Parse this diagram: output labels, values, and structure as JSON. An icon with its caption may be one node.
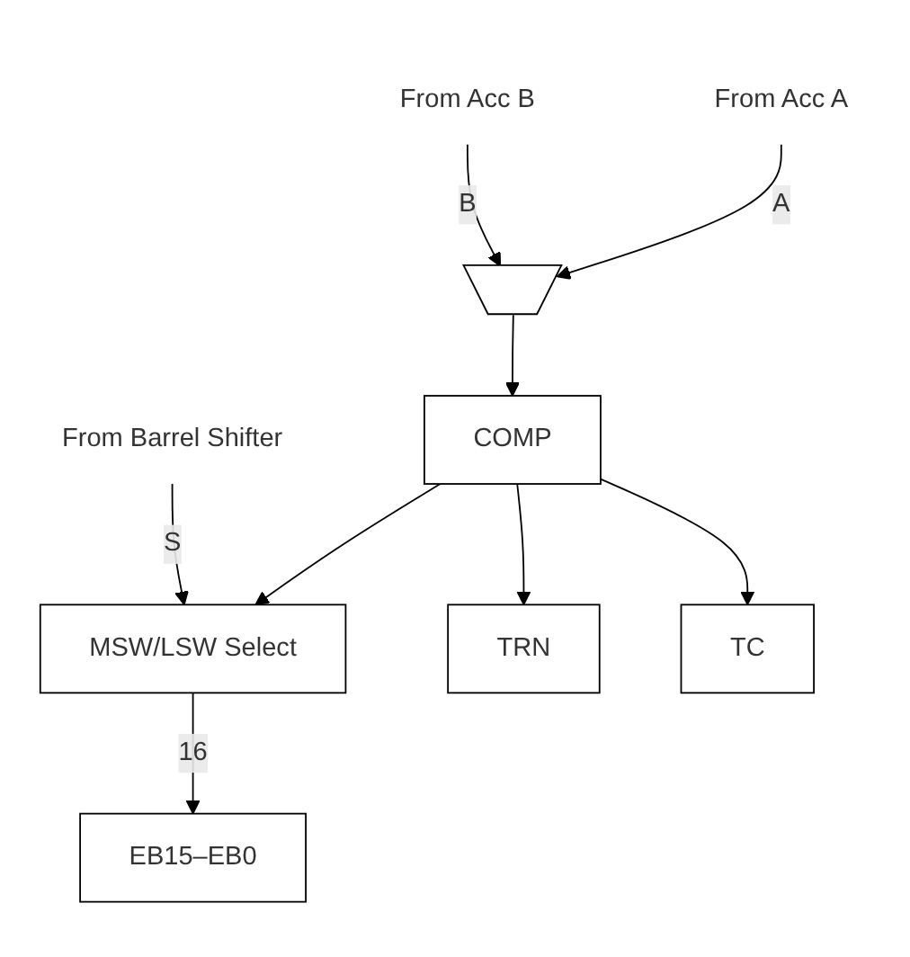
{
  "diagram": {
    "nodes": [
      {
        "text": [
          "From Acc A"
        ]
      },
      {
        "text": [
          "From Acc B"
        ]
      },
      {
        "text": [],
        "shape": "trapezoid"
      },
      {
        "text": [
          "COMP"
        ]
      },
      {
        "text": [
          "From Barrel Shifter"
        ]
      },
      {
        "text": [
          "MSW/LSW Select"
        ]
      },
      {
        "text": [
          "TRN"
        ]
      },
      {
        "text": [
          "TC"
        ]
      },
      {
        "text": [
          "EB15–EB0"
        ]
      }
    ],
    "edges": [
      {
        "from": 0,
        "to": 2,
        "arrow": "to",
        "label": "A"
      },
      {
        "from": 1,
        "to": 2,
        "arrow": "to",
        "label": "B"
      },
      {
        "from": 2,
        "to": 3,
        "arrow": "to"
      },
      {
        "from": 3,
        "to": 5,
        "arrow": "to"
      },
      {
        "from": 4,
        "to": 5,
        "arrow": "to",
        "label": "S"
      },
      {
        "from": 3,
        "to": 6,
        "arrow": "to"
      },
      {
        "from": 3,
        "to": 7,
        "arrow": "to"
      },
      {
        "from": 5,
        "to": 8,
        "arrow": "to",
        "label": "16"
      }
    ]
  }
}
